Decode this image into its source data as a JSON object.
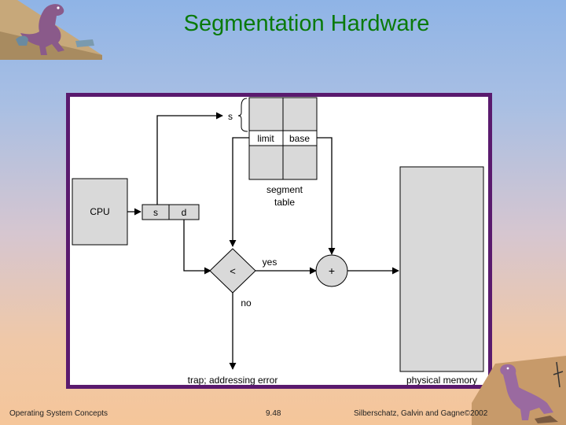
{
  "slide": {
    "title": "Segmentation Hardware",
    "footer_left": "Operating System Concepts",
    "page_number": "9.48",
    "footer_right": "Silberschatz, Galvin and  Gagne©2002"
  },
  "diagram": {
    "cpu_label": "CPU",
    "address_s": "s",
    "address_d": "d",
    "table_index_label": "s",
    "limit_label": "limit",
    "base_label": "base",
    "segment_table_label_line1": "segment",
    "segment_table_label_line2": "table",
    "compare_symbol": "<",
    "yes_label": "yes",
    "no_label": "no",
    "adder_symbol": "+",
    "trap_label": "trap; addressing error",
    "physical_memory_label": "physical  memory"
  },
  "colors": {
    "title": "#0a7a0a",
    "frame": "#5a1a6e",
    "box_fill": "#d9d9d9"
  },
  "decorations": {
    "top_left": "dinosaur-illustration",
    "bottom_right": "dinosaur-illustration"
  }
}
